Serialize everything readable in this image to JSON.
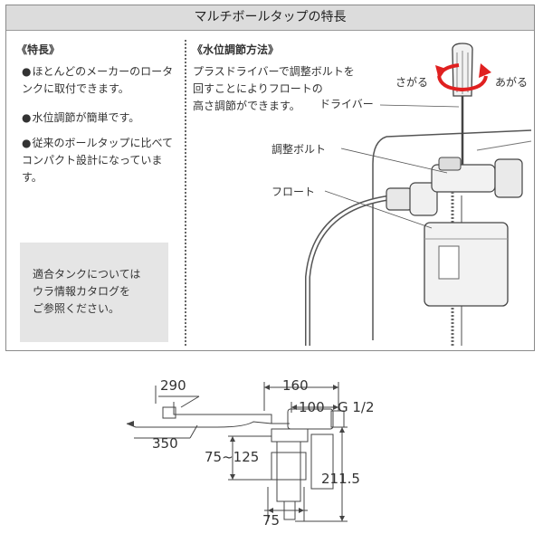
{
  "title": "マルチボールタップの特長",
  "features": {
    "heading": "《特長》",
    "items": [
      {
        "bullet": "●",
        "text": "ほとんどのメーカーのロータンクに取付できます。"
      },
      {
        "bullet": "●",
        "text": "水位調節が簡単です。"
      },
      {
        "bullet": "●",
        "text": "従来のボールタップに比べてコンパクト設計になっています。"
      }
    ],
    "note": "適合タンクについては\nウラ情報カタログを\nご参照ください。"
  },
  "adjust": {
    "heading": "《水位調節方法》",
    "description": "プラスドライバーで調整ボルトを\n回すことによりフロートの\n高さ調節ができます。",
    "labels": {
      "down": "さがる",
      "up": "あがる",
      "driver": "ドライバー",
      "bolt": "調整ボルト",
      "float": "フロート"
    }
  },
  "dimensions": {
    "d290": "290",
    "d160": "160",
    "d100": "100",
    "thread": "G 1/2",
    "d350": "350",
    "d75_125": "75~125",
    "d211_5": "211.5",
    "d75": "75"
  },
  "colors": {
    "title_bg": "#dcdcdc",
    "note_bg": "#e5e5e5",
    "arrow_red": "#e02020"
  }
}
